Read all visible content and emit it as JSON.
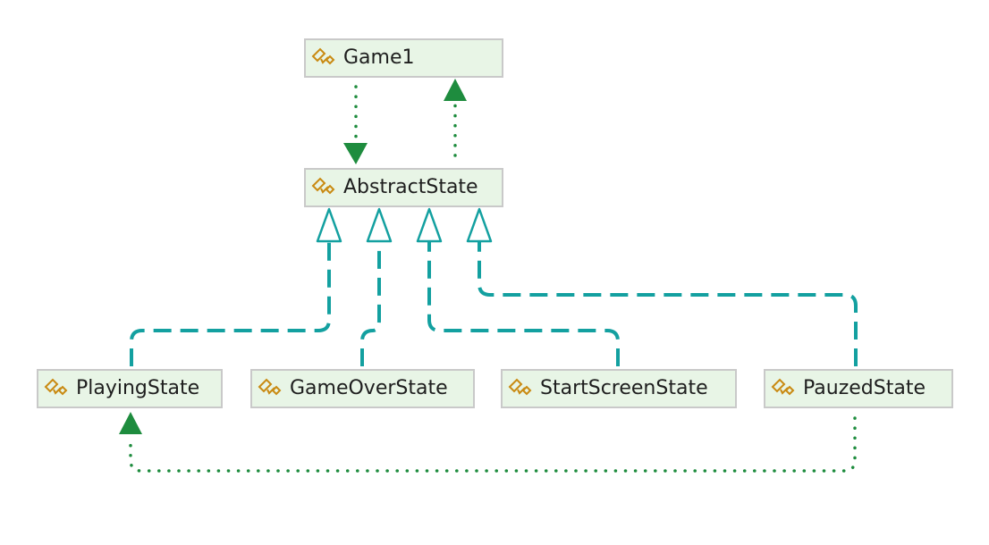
{
  "diagram": {
    "classes": [
      {
        "id": "game1",
        "label": "Game1",
        "icon": "class-icon"
      },
      {
        "id": "abstract",
        "label": "AbstractState",
        "icon": "class-icon"
      },
      {
        "id": "playing",
        "label": "PlayingState",
        "icon": "class-icon"
      },
      {
        "id": "gameover",
        "label": "GameOverState",
        "icon": "class-icon"
      },
      {
        "id": "startscreen",
        "label": "StartScreenState",
        "icon": "class-icon"
      },
      {
        "id": "pauzed",
        "label": "PauzedState",
        "icon": "class-icon"
      }
    ],
    "relations": [
      {
        "from": "game1",
        "to": "abstract",
        "kind": "association"
      },
      {
        "from": "abstract",
        "to": "game1",
        "kind": "association"
      },
      {
        "from": "playing",
        "to": "abstract",
        "kind": "realization"
      },
      {
        "from": "gameover",
        "to": "abstract",
        "kind": "realization"
      },
      {
        "from": "startscreen",
        "to": "abstract",
        "kind": "realization"
      },
      {
        "from": "pauzed",
        "to": "abstract",
        "kind": "realization"
      },
      {
        "from": "pauzed",
        "to": "playing",
        "kind": "association"
      }
    ]
  },
  "colors": {
    "node_fill": "#e8f5e6",
    "node_border": "#c9c9c9",
    "association": "#1e8c3e",
    "realization": "#13a0a0",
    "icon": "#c98a12"
  }
}
